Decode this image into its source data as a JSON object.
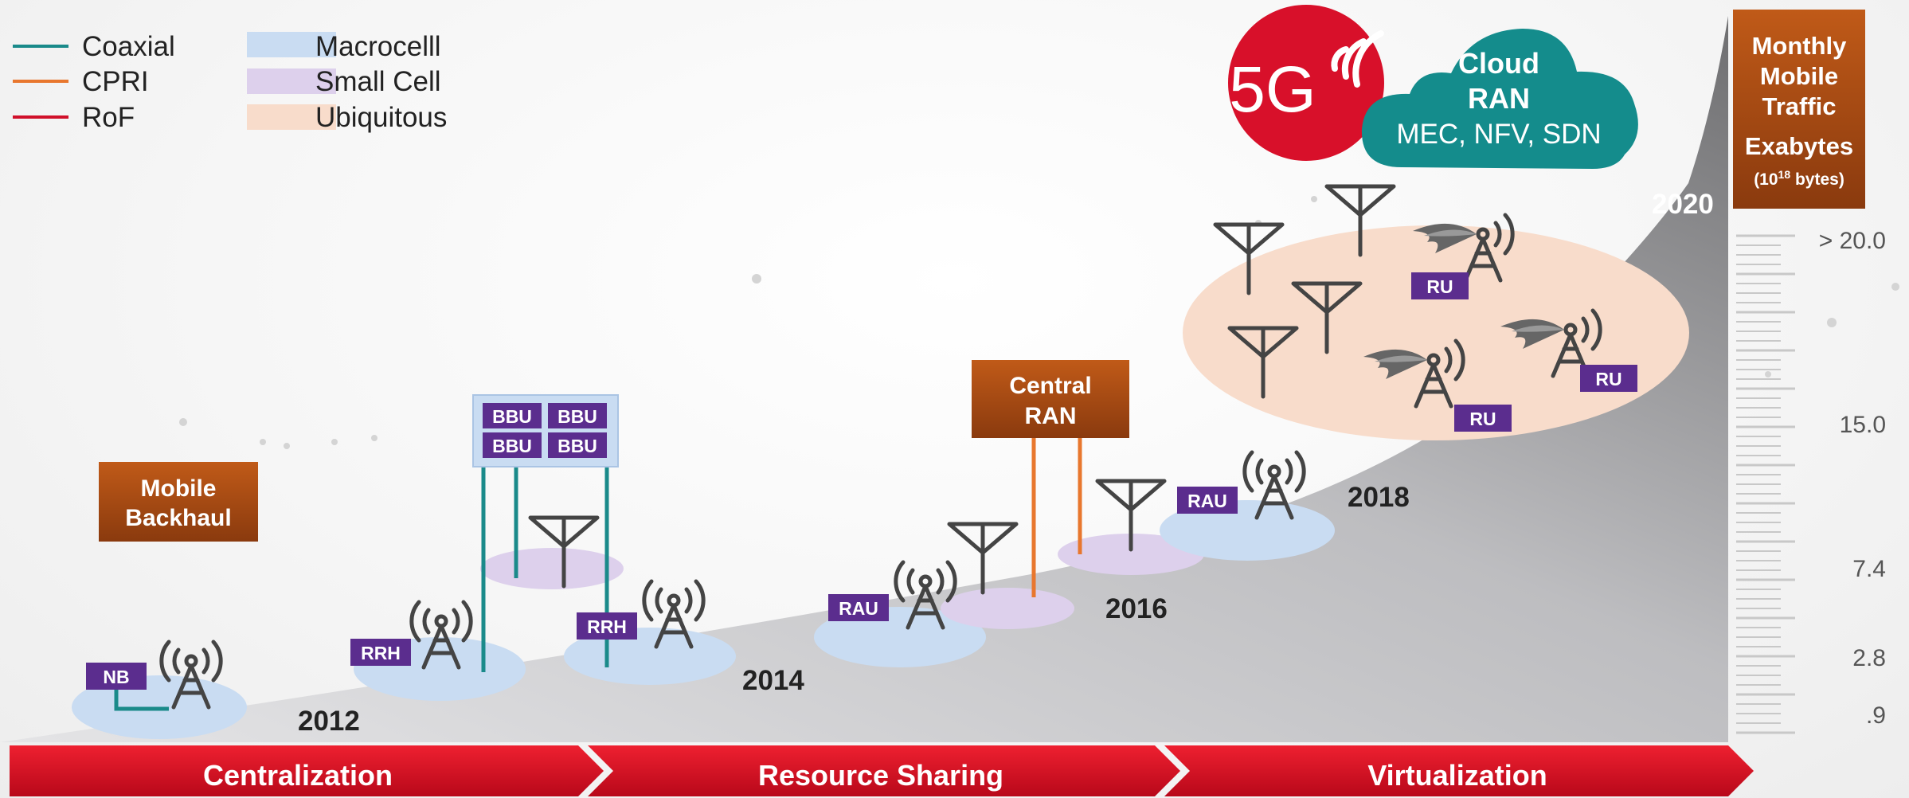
{
  "legend": {
    "links": [
      {
        "label": "Coaxial",
        "color": "#1a8a8a"
      },
      {
        "label": "CPRI",
        "color": "#e8772e"
      },
      {
        "label": "RoF",
        "color": "#d0102a"
      }
    ],
    "cells": [
      {
        "label": "Macrocelll",
        "color": "#c9dcf2"
      },
      {
        "label": "Small Cell",
        "color": "#ddd0ec"
      },
      {
        "label": "Ubiquitous",
        "color": "#f8dccb"
      }
    ]
  },
  "boxes": {
    "mobile_backhaul": [
      "Mobile",
      "Backhaul"
    ],
    "central_ran": [
      "Central",
      "RAN"
    ]
  },
  "tags": {
    "nb": "NB",
    "rrh": "RRH",
    "bbu": "BBU",
    "rau": "RAU",
    "ru": "RU"
  },
  "years": [
    "2012",
    "2014",
    "2016",
    "2018",
    "2020"
  ],
  "stages": [
    "Centralization",
    "Resource Sharing",
    "Virtualization"
  ],
  "badge_5g": "5G",
  "cloud": {
    "title_1": "Cloud",
    "title_2": "RAN",
    "subtitle": "MEC, NFV, SDN"
  },
  "traffic_box": {
    "line1": "Monthly",
    "line2": "Mobile",
    "line3": "Traffic",
    "line4": "Exabytes",
    "unit_prefix": "(10",
    "unit_exp": "18",
    "unit_suffix": " bytes)"
  },
  "scale_labels": [
    "> 20.0",
    "15.0",
    "7.4",
    "2.8",
    ".9"
  ],
  "colors": {
    "purple": "#5b2d8e",
    "brown": "#a84a12",
    "teal": "#1a8a8a",
    "orange": "#e8772e",
    "red": "#d0102a",
    "cloud": "#148c8c",
    "bbu_panel": "#c9dcf2"
  }
}
